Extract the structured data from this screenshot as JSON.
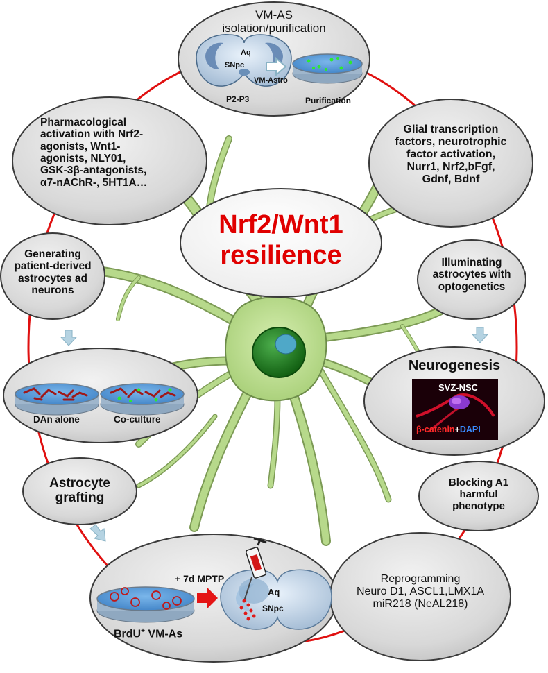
{
  "central_title": {
    "line1": "Nrf2/Wnt1",
    "line2": "resilience"
  },
  "isolation": {
    "title_line1": "VM-AS",
    "title_line2": "isolation/purification",
    "brain_labels": {
      "aq": "Aq",
      "snpc": "SNpc"
    },
    "arrow_label": "VM-Astro",
    "age_label": "P2-P3",
    "dish_label": "Purification"
  },
  "pharmacological": {
    "lines": [
      "Pharmacological",
      "activation with Nrf2-",
      "agonists, Wnt1-",
      "agonists,  NLY01,",
      "GSK-3β-antagonists,",
      "α7-nAChR-, 5HT1A…"
    ]
  },
  "glial": {
    "lines": [
      "Glial transcription",
      "factors, neurotrophic",
      "factor activation,",
      "Nurr1, Nrf2,bFgf,",
      "Gdnf, Bdnf"
    ]
  },
  "patient": {
    "lines": [
      "Generating",
      "patient-derived",
      "astrocytes ad",
      "neurons"
    ]
  },
  "optogenetics": {
    "lines": [
      "Illuminating",
      "astrocytes with",
      "optogenetics"
    ]
  },
  "coculture": {
    "left_label": "DAn alone",
    "right_label": "Co-culture"
  },
  "neurogenesis": {
    "title": "Neurogenesis",
    "image_label": "SVZ-NSC",
    "stain_red": "β-catenin",
    "stain_plus": "+",
    "stain_blue": "DAPI"
  },
  "grafting": {
    "line1": "Astrocyte",
    "line2": "grafting"
  },
  "blocking": {
    "lines": [
      "Blocking A1",
      "harmful",
      "phenotype"
    ]
  },
  "transplant": {
    "treatment_label": "+ 7d MPTP",
    "brain_labels": {
      "aq": "Aq",
      "snpc": "SNpc"
    },
    "cells_label": "BrdU",
    "cells_sup": "+",
    "cells_suffix": " VM-As"
  },
  "reprogramming": {
    "lines": [
      "Reprogramming",
      "Neuro D1, ASCL1,LMX1A",
      "miR218 (NeAL218)"
    ]
  },
  "colors": {
    "ring": "#e01010",
    "oval_fill": "#d9d9d9",
    "oval_stroke": "#3a3a3a",
    "astrocyte_fill": "#b7d98b",
    "astrocyte_stroke": "#5a7a3a",
    "nucleus": "#1f7a1f",
    "title_red": "#e00000",
    "dish_blue": "#4a8fd0",
    "arrow_blue": "#a8c8d8"
  }
}
